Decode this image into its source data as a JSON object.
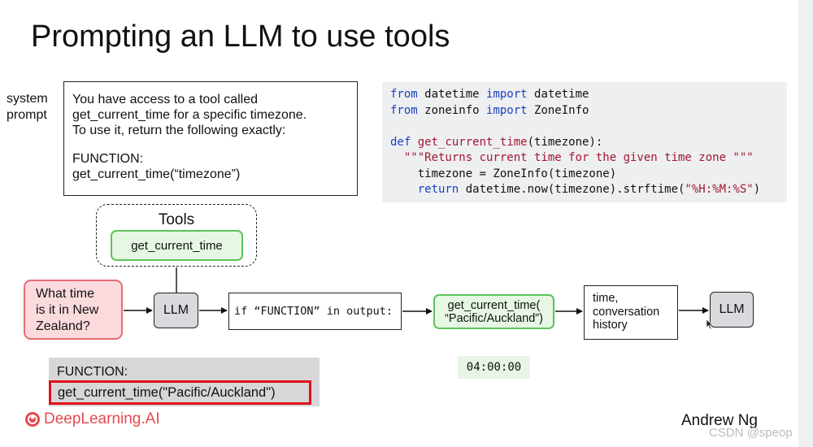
{
  "slide": {
    "title": "Prompting an LLM to use tools",
    "author": "Andrew Ng",
    "logo_text": "DeepLearning.AI",
    "watermark": "CSDN @speop"
  },
  "system_prompt": {
    "label_line1": "system",
    "label_line2": "prompt",
    "line1": "You have access to a tool called",
    "line2": "get_current_time for a specific timezone.",
    "line3": "To use it, return the following exactly:",
    "line4": "FUNCTION:",
    "line5": "get_current_time(“timezone”)"
  },
  "code": {
    "l1": [
      "from",
      " datetime ",
      "import",
      " datetime"
    ],
    "l2": [
      "from",
      " zoneinfo ",
      "import",
      " ZoneInfo"
    ],
    "l3": [
      "def",
      " ",
      "get_current_time",
      "(timezone):"
    ],
    "l4": "  \"\"\"Returns current time for the given time zone \"\"\"",
    "l5": "    timezone = ZoneInfo(timezone)",
    "l6": [
      "    ",
      "return",
      " datetime.now(timezone).strftime(",
      "\"%H:%M:%S\"",
      ")"
    ]
  },
  "tools": {
    "label": "Tools",
    "item": "get_current_time"
  },
  "flow": {
    "question_line1": "What time",
    "question_line2": "is it in New",
    "question_line3": "Zealand?",
    "llm_label": "LLM",
    "condition": "if “FUNCTION” in output:",
    "call_line1": "get_current_time(",
    "call_line2": "“Pacific/Auckland”)",
    "history_line1": "time,",
    "history_line2": "conversation",
    "history_line3": "history",
    "llm2_label": "LLM",
    "result": "04:00:00"
  },
  "output": {
    "header": "FUNCTION:",
    "call": "get_current_time(\"Pacific/Auckland\")"
  },
  "colors": {
    "green_border": "#5cc45a",
    "green_fill": "#e6f8e3",
    "pink_border": "#e46d76",
    "pink_fill": "#fbdadd",
    "highlight_red": "#e0101a",
    "keyword_blue": "#1a3fbf",
    "string_red": "#a01830",
    "logo_red": "#e4494f"
  }
}
